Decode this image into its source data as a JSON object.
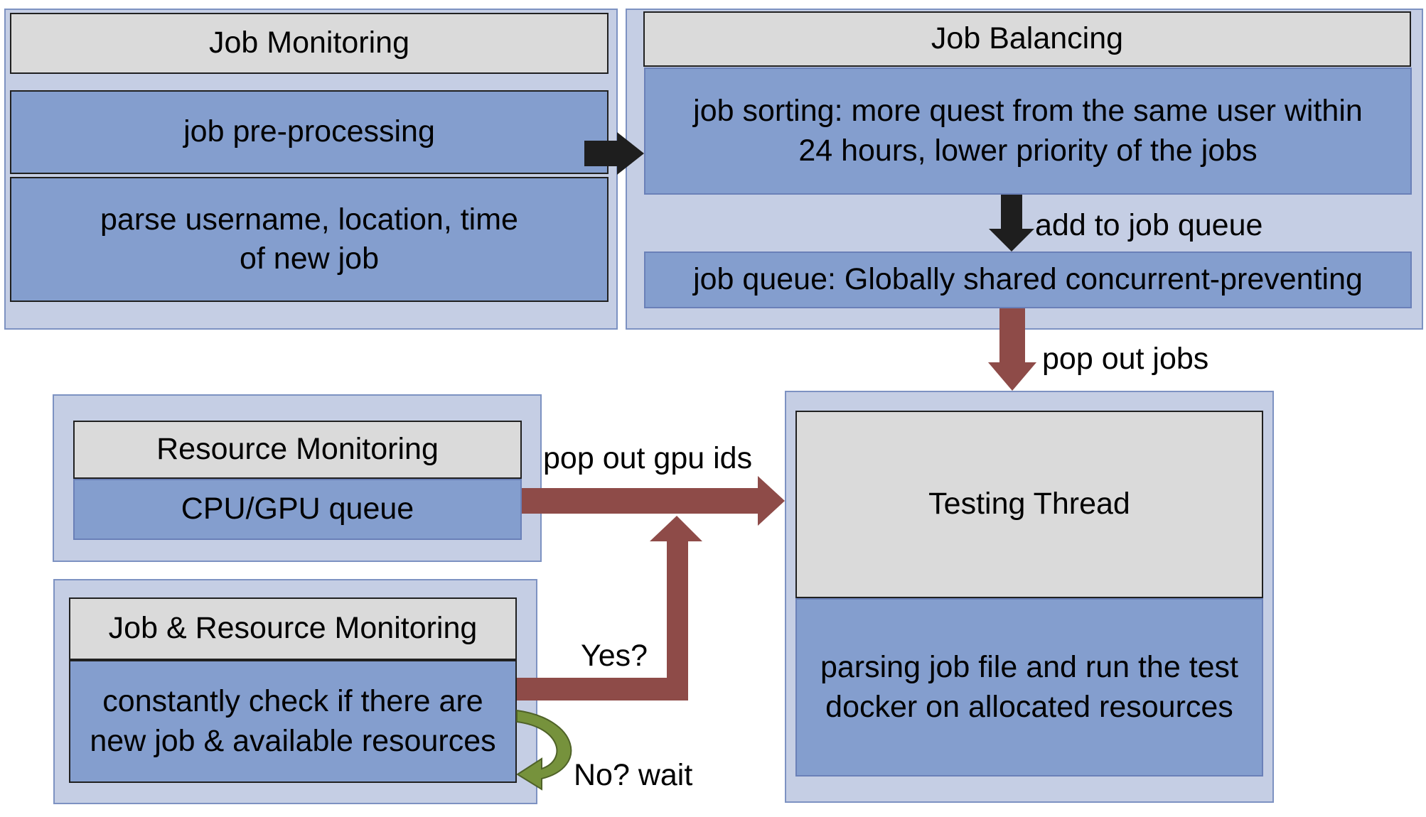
{
  "job_monitoring": {
    "title": "Job Monitoring",
    "step1": "job pre-processing",
    "step2": "parse username, location, time\nof new job"
  },
  "job_balancing": {
    "title": "Job Balancing",
    "sorting": "job sorting: more quest from the same user within\n24 hours, lower priority of the jobs",
    "add_label": "add to job queue",
    "queue": "job queue: Globally shared concurrent-preventing"
  },
  "pop_jobs_label": "pop out jobs",
  "resource_monitoring": {
    "title": "Resource Monitoring",
    "queue": "CPU/GPU queue"
  },
  "pop_gpu_label": "pop out gpu ids",
  "job_resource_monitoring": {
    "title": "Job & Resource Monitoring",
    "check": "constantly check if there are\nnew  job & available resources"
  },
  "yes_label": "Yes?",
  "no_label": "No? wait",
  "testing_thread": {
    "title": "Testing Thread",
    "body": "parsing job file and run the test\ndocker on allocated resources"
  },
  "colors": {
    "panel_fill": "#c5cee4",
    "box_fill": "#849ece",
    "header_fill": "#dadada",
    "arrow_red": "#8e4b48",
    "arrow_dark": "#1e1e1e",
    "loop_green": "#76923c"
  }
}
